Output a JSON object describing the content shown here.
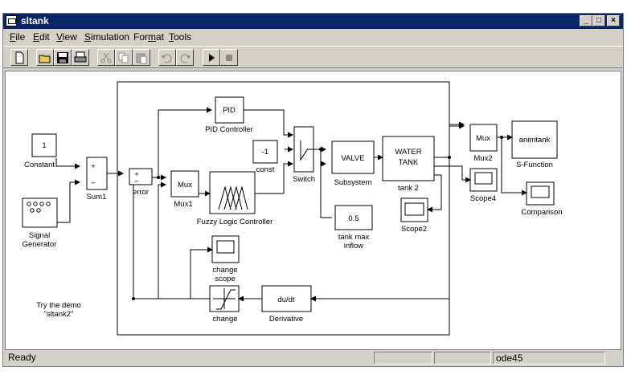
{
  "window": {
    "title": "sltank"
  },
  "menu": [
    "File",
    "Edit",
    "View",
    "Simulation",
    "Format",
    "Tools"
  ],
  "menu_underline": [
    "F",
    "E",
    "V",
    "S",
    "m",
    "T"
  ],
  "toolbar": [
    "new-icon",
    "open-icon",
    "save-icon",
    "print-icon",
    "cut-icon",
    "copy-icon",
    "paste-icon",
    "undo-icon",
    "redo-icon",
    "start-icon",
    "stop-icon"
  ],
  "blocks": {
    "constant": {
      "value": "1",
      "label": "Constant"
    },
    "signal_gen": {
      "label1": "Signal",
      "label2": "Generator"
    },
    "sum1": {
      "plus": "+",
      "minus": "−",
      "label": "Sum1"
    },
    "error": {
      "plus": "+",
      "minus": "−",
      "label": "error"
    },
    "pid": {
      "text": "PID",
      "label": "PID Controller"
    },
    "const": {
      "value": "-1",
      "label": "const"
    },
    "switch": {
      "label": "Switch"
    },
    "mux1": {
      "text": "Mux",
      "label": "Mux1"
    },
    "flc": {
      "label": "Fuzzy Logic Controller"
    },
    "valve": {
      "text": "VALVE",
      "label": "Subsystem"
    },
    "tank": {
      "line1": "WATER",
      "line2": "TANK",
      "label": "tank 2"
    },
    "scope2": {
      "label": "Scope2"
    },
    "tankmax": {
      "value": "0.5",
      "label1": "tank max",
      "label2": "inflow"
    },
    "mux2": {
      "text": "Mux",
      "label": "Mux2"
    },
    "animtank": {
      "text": "animtank",
      "label": "S-Function"
    },
    "scope4": {
      "label": "Scope4"
    },
    "comparison": {
      "label": "Comparison"
    },
    "change_scope": {
      "label1": "change",
      "label2": "scope"
    },
    "change": {
      "label": "change"
    },
    "derivative": {
      "text": "du/dt",
      "label": "Derivative"
    }
  },
  "annotation": {
    "line1": "Try the demo",
    "line2": "\"sltank2\""
  },
  "status": {
    "text": "Ready",
    "solver": "ode45"
  }
}
